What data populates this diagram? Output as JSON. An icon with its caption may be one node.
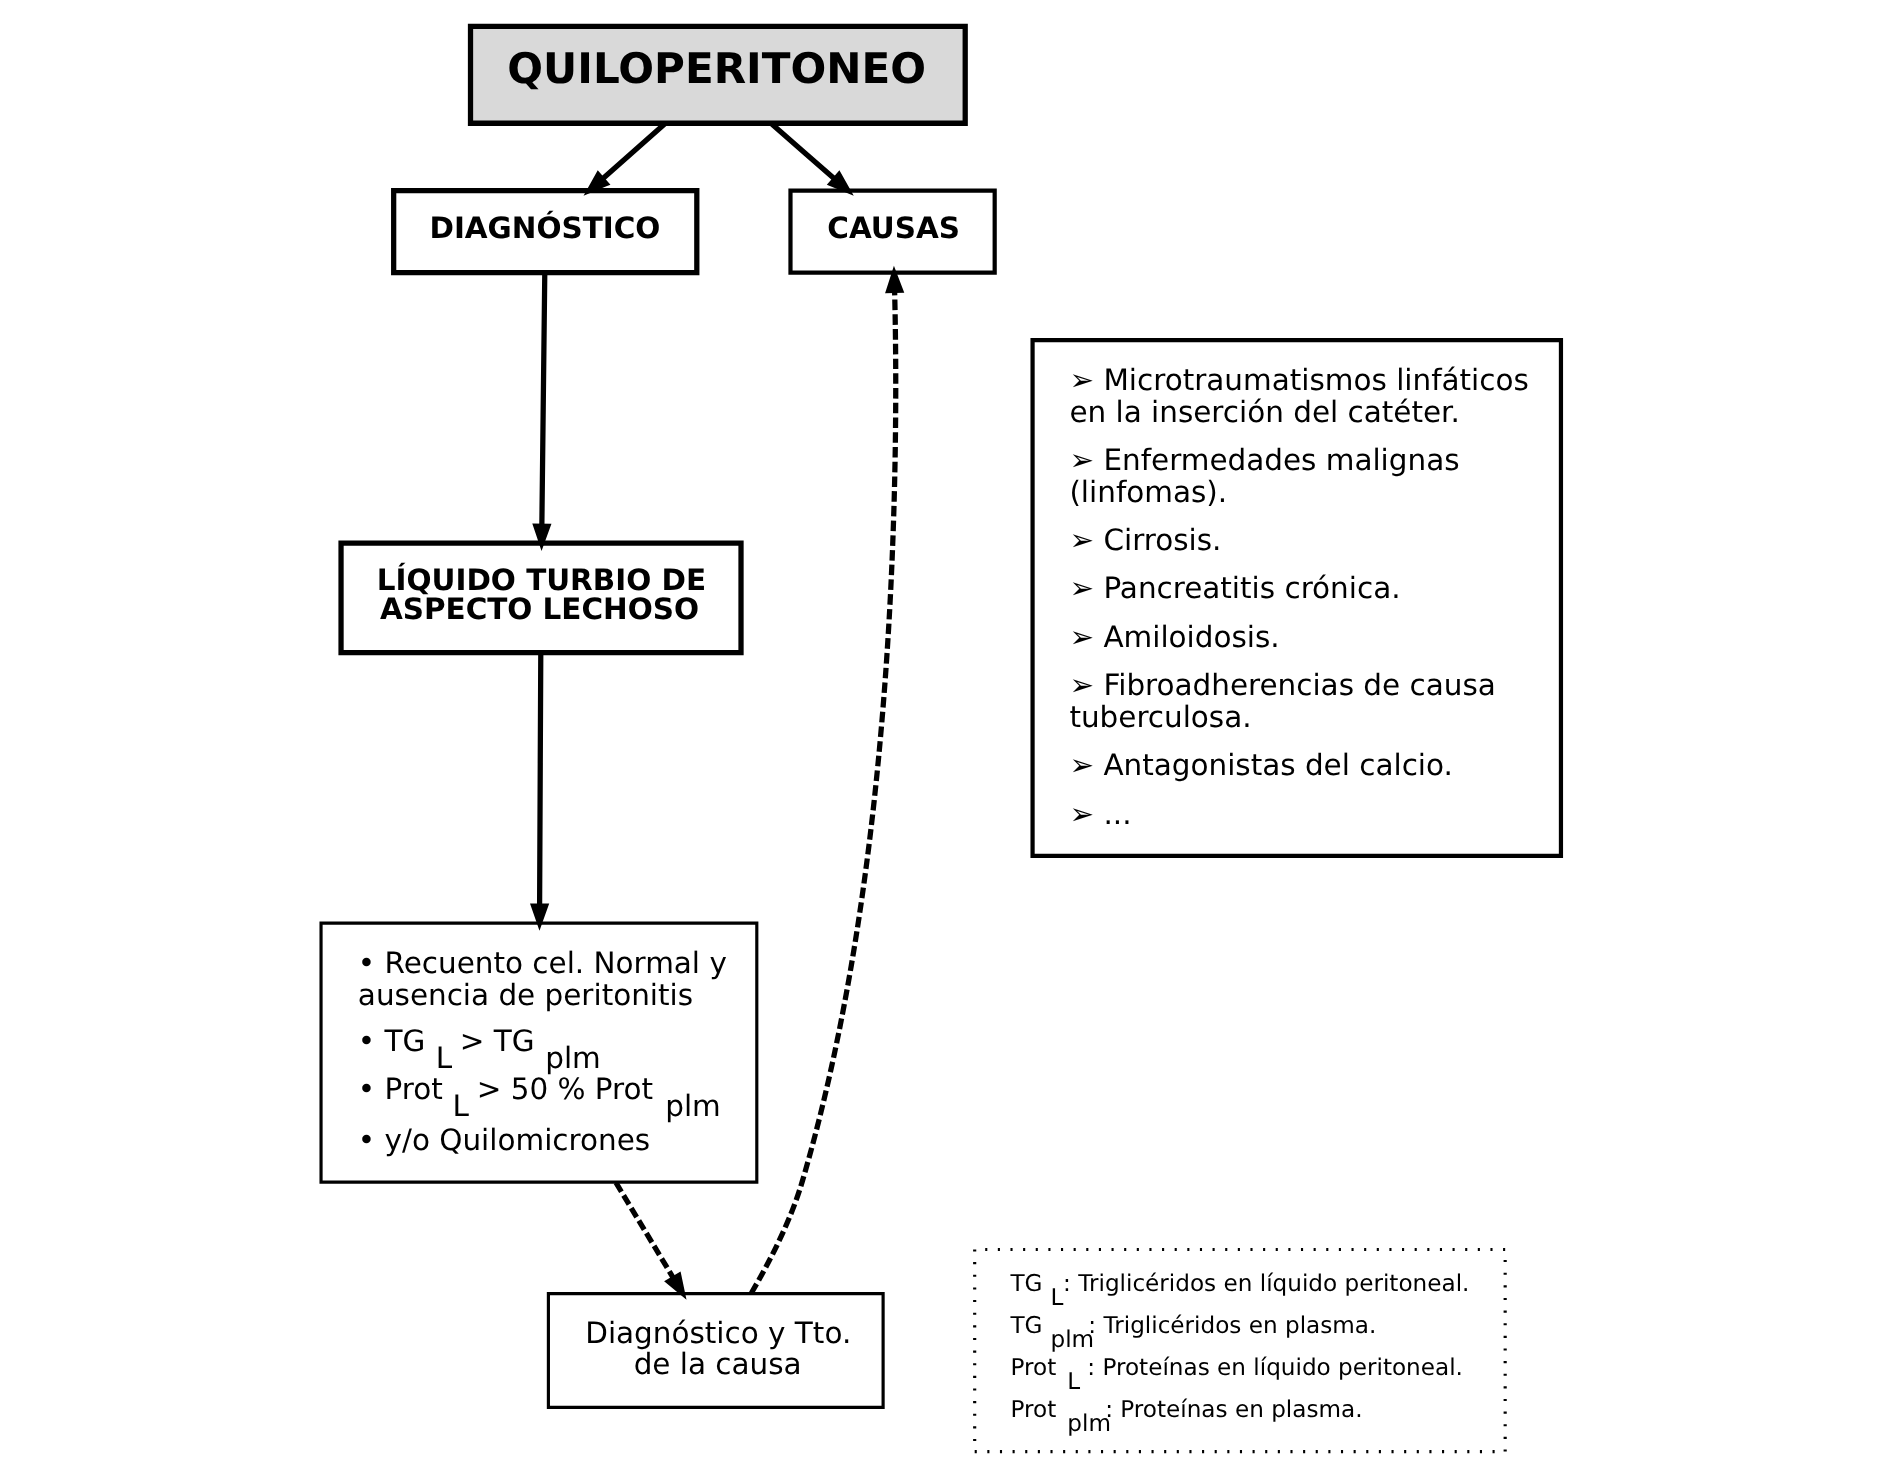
{
  "diagram": {
    "nodes": [
      {
        "text": [
          "QUILOPERITONEO"
        ]
      },
      {
        "text": [
          "DIAGNÓSTICO"
        ]
      },
      {
        "text": [
          "LÍQUIDO TURBIO DE ASPECTO LECHOSO"
        ]
      },
      {
        "text": [
          "• Recuento cel. Normal y ausencia de peritonitis",
          "• TG $_{L}$ > TG $_{plm}$",
          "• Prot $_{L}$ > 50 % Prot $_{plm}$",
          "• y/o Quilomicrones"
        ]
      },
      {
        "text": [
          "Diagnóstico y Tto. de la causa"
        ]
      },
      {
        "text": [
          "CAUSAS"
        ]
      },
      {
        "text": [
          "➢ Microtraumatismos linfáticos en la inserción del catéter.",
          "➢ Enfermedades malignas (linfomas).",
          "➢ Cirrosis.",
          "➢ Pancreatitis crónica.",
          "➢ Amiloidosis.",
          "➢ Fibroadherencias de causa tuberculosa.",
          "➢ Antagonistas del calcio.",
          "➢ ..."
        ]
      },
      {
        "text": [
          "TG $_{L}$: Triglicéridos en líquido peritoneal.",
          "TG $_{plm}$: Triglicéridos en plasma.",
          "Prot $_{L}$ : Proteínas en líquido peritoneal.",
          "Prot $_{plm}$: Proteínas en plasma."
        ]
      }
    ],
    "edges": [
      {
        "from": 0,
        "to": 1,
        "arrow": "to"
      },
      {
        "from": 0,
        "to": 5,
        "arrow": "to"
      },
      {
        "from": 1,
        "to": 2,
        "arrow": "to"
      },
      {
        "from": 2,
        "to": 3,
        "arrow": "to"
      },
      {
        "from": 3,
        "to": 4,
        "arrow": "to",
        "style": "dashed"
      },
      {
        "from": 4,
        "to": 5,
        "arrow": "to",
        "style": "dashed"
      }
    ]
  }
}
